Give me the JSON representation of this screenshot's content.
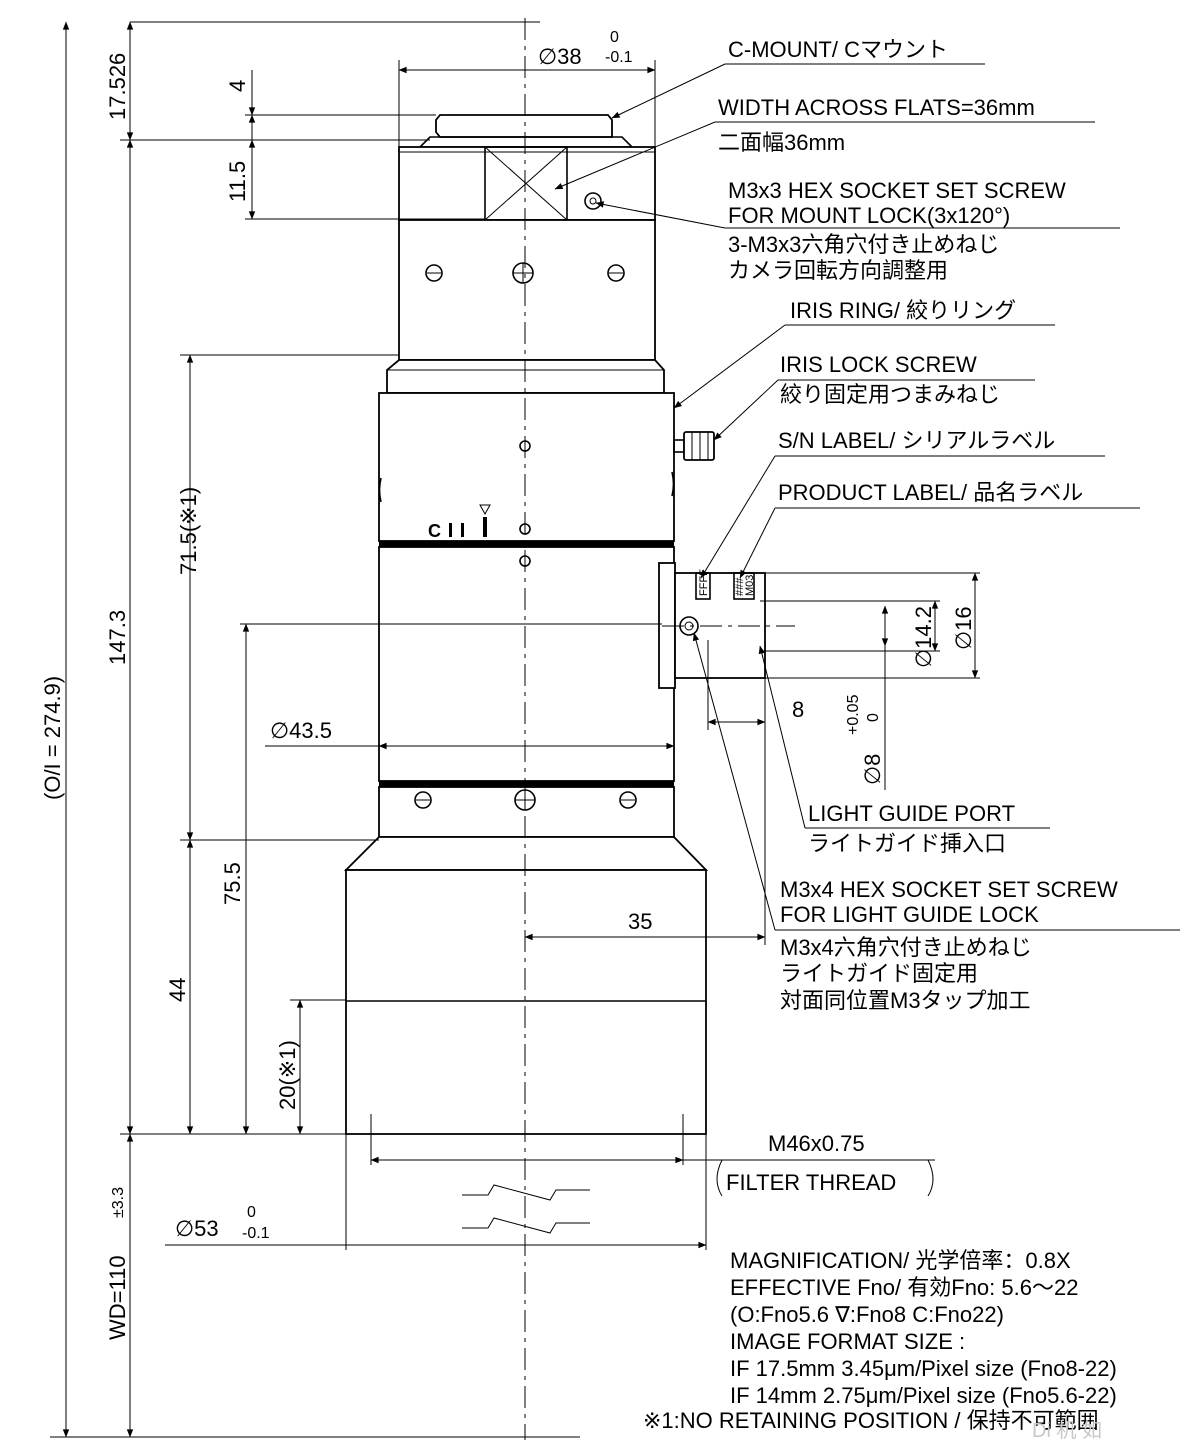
{
  "callouts": {
    "c_mount": "C-MOUNT/ Cマウント",
    "width_flats_en": "WIDTH ACROSS FLATS=36mm",
    "width_flats_jp": "二面幅36mm",
    "mount_screw_en1": "M3x3 HEX SOCKET SET SCREW",
    "mount_screw_en2": "FOR MOUNT LOCK(3x120°)",
    "mount_screw_jp1": "3-M3x3六角穴付き止めねじ",
    "mount_screw_jp2": "カメラ回転方向調整用",
    "iris_ring": "IRIS RING/ 絞りリング",
    "iris_lock_en": "IRIS LOCK SCREW",
    "iris_lock_jp": "絞り固定用つまみねじ",
    "sn_label": "S/N LABEL/ シリアルラベル",
    "product_label": "PRODUCT LABEL/ 品名ラベル",
    "light_guide_en": "LIGHT GUIDE PORT",
    "light_guide_jp": "ライトガイド挿入口",
    "lg_screw_en1": "M3x4 HEX SOCKET SET SCREW",
    "lg_screw_en2": "FOR LIGHT GUIDE LOCK",
    "lg_screw_jp1": "M3x4六角穴付き止めねじ",
    "lg_screw_jp2": "ライトガイド固定用",
    "lg_screw_jp3": "対面同位置M3タップ加工",
    "filter_thread": "M46x0.75",
    "filter_label": "FILTER THREAD"
  },
  "dimensions": {
    "d38": "∅38",
    "d38_tol_upper": "0",
    "d38_tol_lower": "-0.1",
    "d43_5": "∅43.5",
    "d53": "∅53",
    "d53_tol_upper": "0",
    "d53_tol_lower": "-0.1",
    "d14_2": "∅14.2",
    "d16": "∅16",
    "d8": "∅8",
    "d8_tol_upper": "+0.05",
    "d8_tol_lower": "0",
    "len_8": "8",
    "len_35": "35",
    "h_17_526": "17.526",
    "h_4": "4",
    "h_11_5": "11.5",
    "h_71_5": "71.5(※1)",
    "h_147_3": "147.3",
    "h_274_9": "(O/I = 274.9)",
    "h_75_5": "75.5",
    "h_44": "44",
    "h_20": "20(※1)",
    "wd": "WD=110",
    "wd_tol": "±3.3"
  },
  "markings": {
    "iris_scale": "C",
    "label_sn": "FFFF",
    "label_product": "###",
    "label_product2": "M03"
  },
  "specs": {
    "magnification": "MAGNIFICATION/ 光学倍率：0.8X",
    "fno": "EFFECTIVE Fno/ 有効Fno: 5.6～22",
    "fno_marks": "(O:Fno5.6  ∇:Fno8  C:Fno22)",
    "format_title": "IMAGE FORMAT SIZE :",
    "format_1": "IF 17.5mm 3.45μm/Pixel size (Fno8-22)",
    "format_2": "IF 14mm 2.75μm/Pixel size (Fno5.6-22)"
  },
  "note": "※1:NO RETAINING POSITION / 保持不可範囲",
  "watermark": "Di 机 如"
}
